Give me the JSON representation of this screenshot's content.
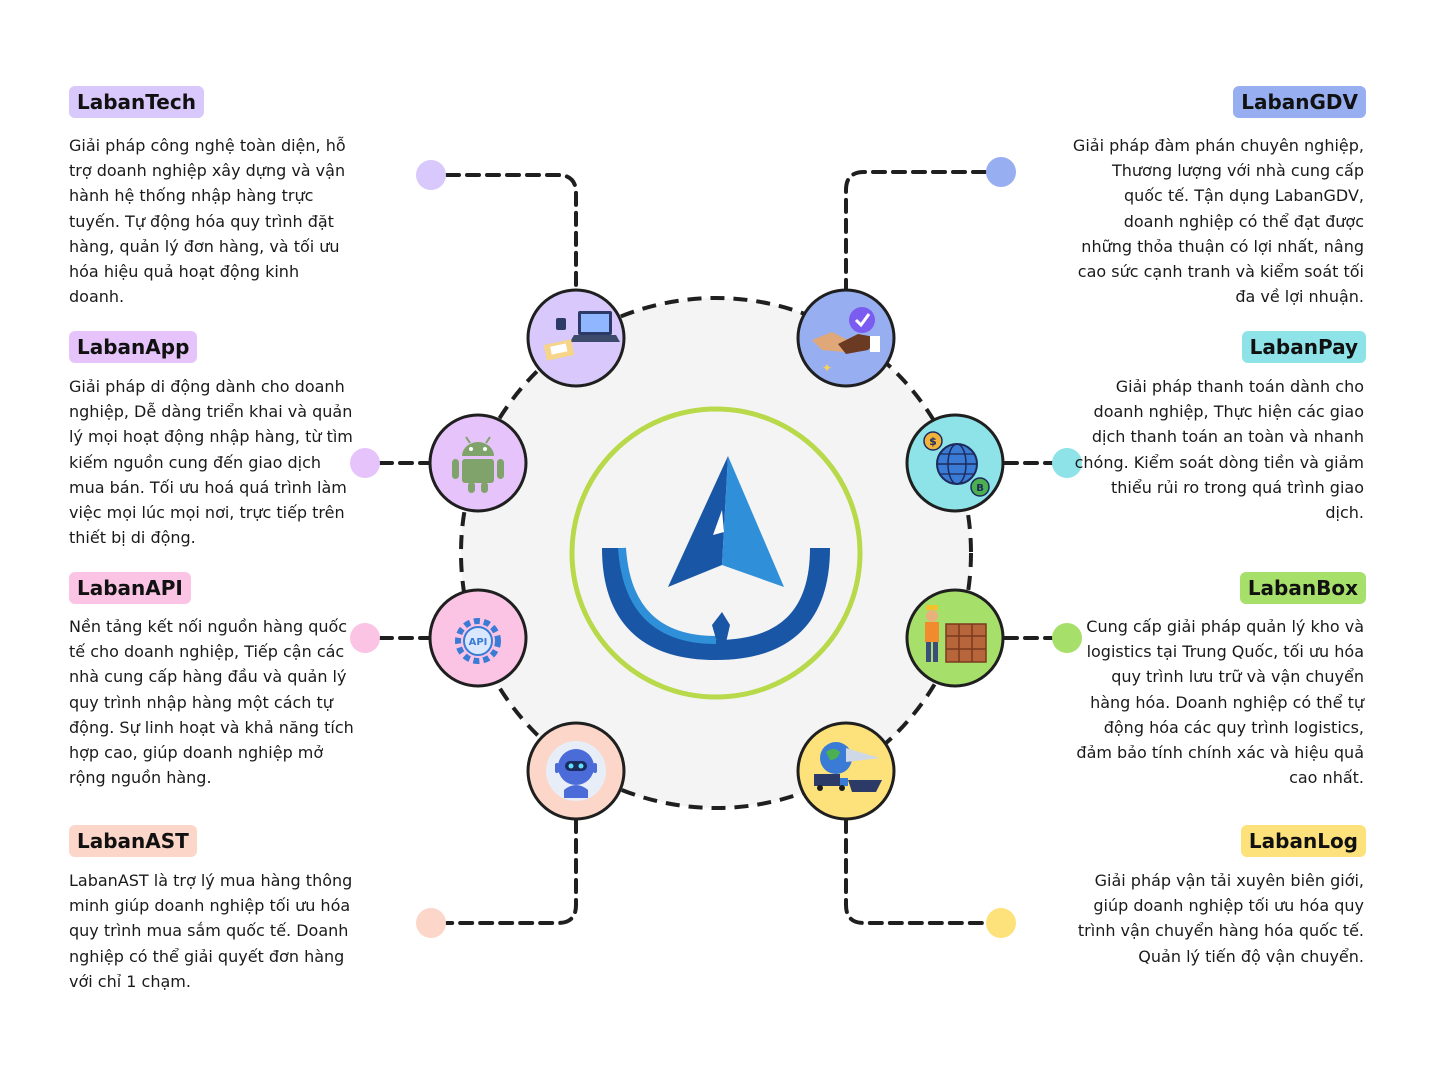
{
  "colors": {
    "dash": "#1f1f1f",
    "hub_fill": "#f4f4f4",
    "hub_ring": "#b8d94a",
    "logo_dark": "#1957a6",
    "logo_light": "#2f8fd8"
  },
  "products": [
    {
      "id": "tech",
      "name": "LabanTech",
      "color": "#d8c8fb",
      "icon": "laptop-workspace-icon",
      "desc": "Giải pháp công nghệ toàn diện, hỗ trợ doanh nghiệp xây dựng và vận hành hệ thống nhập hàng trực tuyến. Tự động hóa quy trình đặt hàng, quản lý đơn hàng, và tối ưu hóa hiệu quả hoạt động kinh doanh."
    },
    {
      "id": "app",
      "name": "LabanApp",
      "color": "#e6c4fb",
      "icon": "android-icon",
      "desc": "Giải pháp di động dành cho doanh nghiệp, Dễ dàng triển khai và quản lý mọi hoạt động nhập hàng, từ tìm kiếm nguồn cung đến giao dịch mua bán. Tối ưu hoá quá trình làm việc mọi lúc mọi nơi, trực tiếp trên thiết bị di động."
    },
    {
      "id": "api",
      "name": "LabanAPI",
      "color": "#fbc4e4",
      "icon": "api-gear-icon",
      "desc": "Nền tảng kết nối nguồn hàng quốc tế cho doanh nghiệp, Tiếp cận các nhà cung cấp hàng đầu và quản lý quy trình nhập hàng một cách tự động. Sự linh hoạt và khả năng tích hợp cao, giúp doanh nghiệp mở rộng nguồn hàng."
    },
    {
      "id": "ast",
      "name": "LabanAST",
      "color": "#fcd6c8",
      "icon": "robot-assistant-icon",
      "desc": "LabanAST là trợ lý mua hàng thông minh giúp doanh nghiệp tối ưu hóa quy trình mua sắm quốc tế. Doanh nghiệp có thể giải quyết đơn hàng với chỉ 1 chạm."
    },
    {
      "id": "gdv",
      "name": "LabanGDV",
      "color": "#97aef0",
      "icon": "handshake-icon",
      "desc": "Giải pháp đàm phán chuyên nghiệp, Thương lượng với nhà cung cấp quốc tế. Tận dụng LabanGDV, doanh nghiệp có thể đạt được những thỏa thuận có lợi nhất, nâng cao sức cạnh tranh và kiểm soát tối đa về lợi nhuận."
    },
    {
      "id": "pay",
      "name": "LabanPay",
      "color": "#8de3e8",
      "icon": "globe-payment-icon",
      "desc": "Giải pháp thanh toán dành cho doanh nghiệp, Thực hiện các giao dịch thanh toán an toàn và nhanh chóng. Kiểm soát dòng tiền và giảm thiểu rủi ro trong quá trình giao dịch."
    },
    {
      "id": "box",
      "name": "LabanBox",
      "color": "#a6e06a",
      "icon": "warehouse-worker-icon",
      "desc": "Cung cấp giải pháp quản lý kho và logistics tại Trung Quốc, tối ưu hóa quy trình lưu trữ và vận chuyển hàng hóa. Doanh nghiệp có thể tự động hóa các quy trình logistics, đảm bảo tính chính xác và hiệu quả cao nhất."
    },
    {
      "id": "log",
      "name": "LabanLog",
      "color": "#fde17a",
      "icon": "global-shipping-icon",
      "desc": "Giải pháp vận tải xuyên biên giới, giúp doanh nghiệp tối ưu hóa quy trình vận chuyển hàng hóa quốc tế. Quản lý tiến độ vận chuyển."
    }
  ]
}
